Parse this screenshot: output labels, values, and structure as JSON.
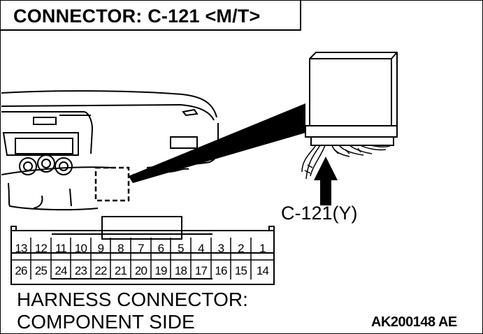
{
  "title": "CONNECTOR: C-121 <M/T>",
  "callout_label": "C-121(Y)",
  "connector": {
    "top_row": [
      "13",
      "12",
      "11",
      "10",
      "9",
      "8",
      "7",
      "6",
      "5",
      "4",
      "3",
      "2",
      "1"
    ],
    "bottom_row": [
      "26",
      "25",
      "24",
      "23",
      "22",
      "21",
      "20",
      "19",
      "18",
      "17",
      "16",
      "15",
      "14"
    ]
  },
  "caption": {
    "line1": "HARNESS CONNECTOR:",
    "line2": "COMPONENT SIDE"
  },
  "figure_id": "AK200148 AE"
}
